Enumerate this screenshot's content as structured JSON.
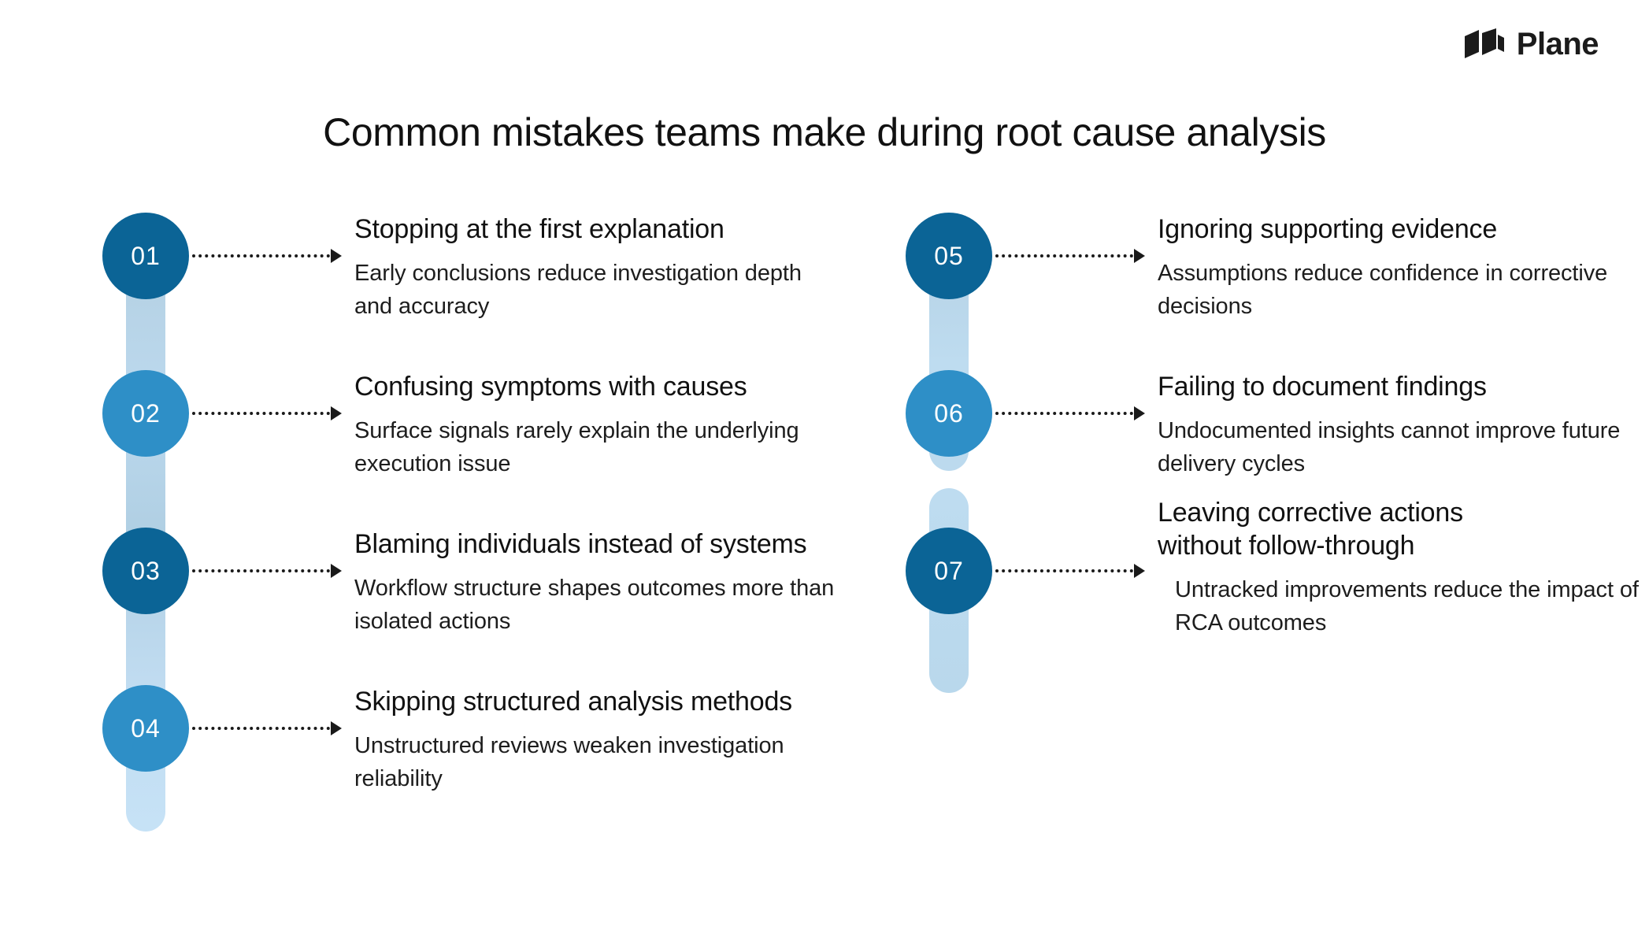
{
  "brand": {
    "name": "Plane",
    "logo_icon": "plane-logo-icon"
  },
  "title": "Common mistakes teams make during root cause analysis",
  "columns": [
    {
      "side": "left",
      "items": [
        {
          "number": "01",
          "tone": "dark",
          "heading": "Stopping at the first explanation",
          "description": "Early conclusions reduce investigation depth and accuracy"
        },
        {
          "number": "02",
          "tone": "light",
          "heading": "Confusing symptoms with causes",
          "description": "Surface signals rarely explain the underlying execution issue"
        },
        {
          "number": "03",
          "tone": "dark",
          "heading": "Blaming individuals instead of systems",
          "description": "Workflow structure shapes outcomes more than isolated actions"
        },
        {
          "number": "04",
          "tone": "light",
          "heading": "Skipping structured analysis methods",
          "description": "Unstructured reviews weaken investigation reliability"
        }
      ]
    },
    {
      "side": "right",
      "items": [
        {
          "number": "05",
          "tone": "dark",
          "heading": "Ignoring supporting evidence",
          "description": "Assumptions reduce confidence in corrective decisions"
        },
        {
          "number": "06",
          "tone": "light",
          "heading": "Failing to document findings",
          "description": "Undocumented insights cannot improve future delivery cycles"
        },
        {
          "number": "07",
          "tone": "dark",
          "heading": "Leaving corrective actions without follow-through",
          "description": "Untracked improvements reduce the impact of RCA outcomes"
        }
      ]
    }
  ],
  "colors": {
    "node_dark": "#0b6496",
    "node_light": "#2e8fc7",
    "spine_light": "#bedcf0",
    "spine_mid": "#b3cfe1",
    "text": "#111111",
    "background": "#ffffff"
  }
}
